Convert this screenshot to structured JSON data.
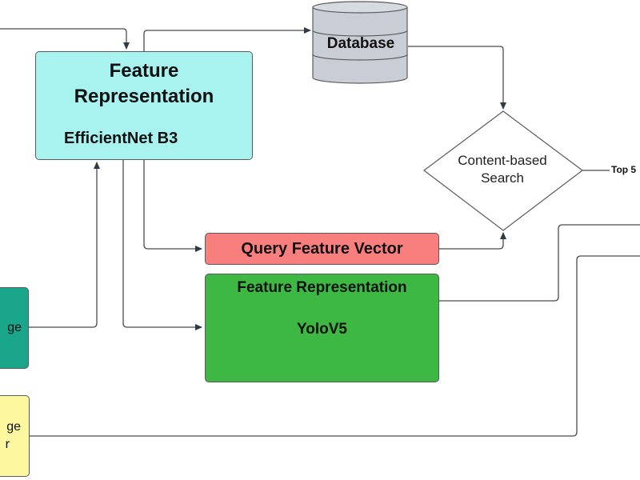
{
  "nodes": {
    "feature_top": {
      "title_line1": "Feature",
      "title_line2": "Representation",
      "subtitle": "EfficientNet B3"
    },
    "database": {
      "label": "Database"
    },
    "search": {
      "line1": "Content-based",
      "line2": "Search"
    },
    "output": {
      "label": "Top 5"
    },
    "query_vector": {
      "label": "Query Feature Vector"
    },
    "feature_yolo": {
      "title": "Feature Representation",
      "subtitle": "YoloV5"
    },
    "left_teal": {
      "label": "ge"
    },
    "left_yellow": {
      "line1": "ge",
      "line2": "r"
    }
  },
  "colors": {
    "feature_top": "#a8f3ef",
    "database": "#c9ced6",
    "query_vector": "#f97f7f",
    "feature_yolo": "#3cb843",
    "left_teal": "#1aa68a",
    "left_yellow": "#fdf7a0",
    "edge": "#4a4a4a"
  }
}
